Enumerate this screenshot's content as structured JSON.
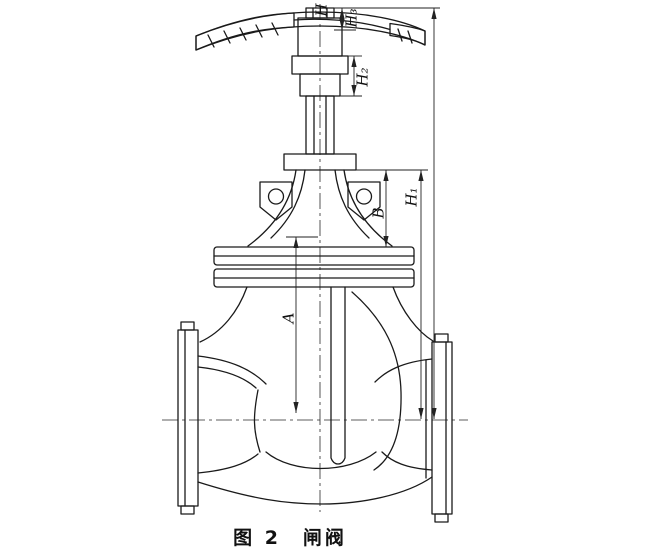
{
  "figure": {
    "caption": "图 2　闸阀"
  },
  "dimensions": {
    "H": "H",
    "H1": "H₁",
    "H2": "H₂",
    "H3": "H₃",
    "B": "B",
    "A": "A"
  },
  "colors": {
    "line": "#1a1a1a",
    "dimension_line": "#222222",
    "handwheel_fill": "#101010",
    "background": "#ffffff"
  }
}
